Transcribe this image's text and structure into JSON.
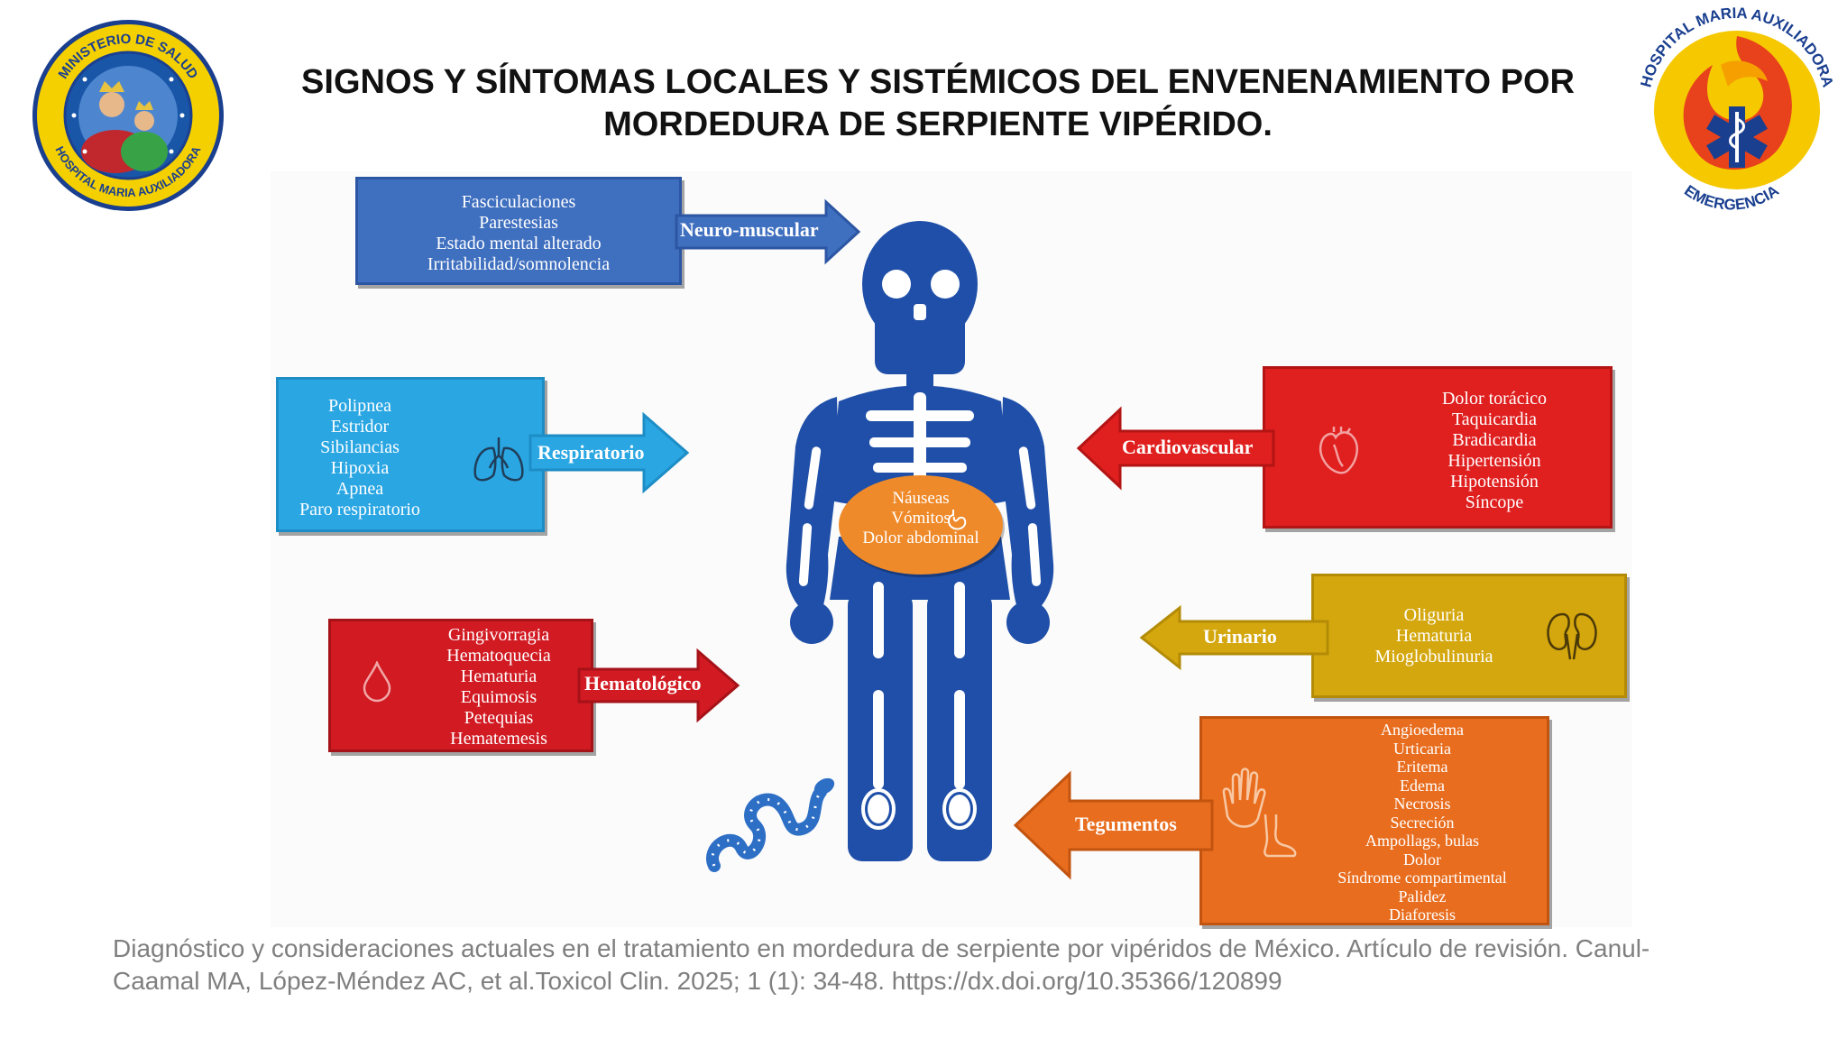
{
  "title": {
    "line1": "SIGNOS Y SÍNTOMAS LOCALES Y SISTÉMICOS DEL ENVENENAMIENTO POR",
    "line2": "MORDEDURA DE SERPIENTE VIPÉRIDO."
  },
  "logos": {
    "left": {
      "top_text": "MINISTERIO DE SALUD",
      "bottom_text": "HOSPITAL MARIA AUXILIADORA",
      "colors": {
        "ring": "#f5d000",
        "inner": "#1a56a8",
        "border": "#1a3f8f"
      }
    },
    "right": {
      "top_text": "HOSPITAL MARIA AUXILIADORA",
      "bottom_text": "EMERGENCIA",
      "colors": {
        "flame_outer": "#f5c800",
        "flame_inner": "#e8421c",
        "star": "#1a3f8f"
      }
    }
  },
  "groups": {
    "neuro": {
      "label": "Neuro-muscular",
      "items": [
        "Fasciculaciones",
        "Parestesias",
        "Estado mental alterado",
        "Irritabilidad/somnolencia"
      ],
      "color": "#3f6fbf"
    },
    "respiratorio": {
      "label": "Respiratorio",
      "icon": "lungs-icon",
      "items": [
        "Polipnea",
        "Estridor",
        "Sibilancias",
        "Hipoxia",
        "Apnea",
        "Paro respiratorio"
      ],
      "color": "#2aa6e3"
    },
    "hematologico": {
      "label": "Hematológico",
      "icon": "blood-drop-icon",
      "items": [
        "Gingivorragia",
        "Hematoquecia",
        "Hematuria",
        "Equimosis",
        "Petequias",
        "Hematemesis"
      ],
      "color": "#d11a22"
    },
    "cardiovascular": {
      "label": "Cardiovascular",
      "icon": "heart-icon",
      "items": [
        "Dolor torácico",
        "Taquicardia",
        "Bradicardia",
        "Hipertensión",
        "Hipotensión",
        "Síncope"
      ],
      "color": "#e01f1f"
    },
    "urinario": {
      "label": "Urinario",
      "icon": "kidneys-icon",
      "items": [
        "Oliguria",
        "Hematuria",
        "Mioglobulinuria"
      ],
      "color": "#d4a70e"
    },
    "tegumentos": {
      "label": "Tegumentos",
      "icon": "hand-foot-icon",
      "items": [
        "Angioedema",
        "Urticaria",
        "Eritema",
        "Edema",
        "Necrosis",
        "Secreción",
        "Ampollags, bulas",
        "Dolor",
        "Síndrome compartimental",
        "Palidez",
        "Diaforesis"
      ],
      "color": "#e86d1e"
    },
    "digestivo": {
      "icon": "stomach-icon",
      "items": [
        "Náuseas",
        "Vómitos",
        "Dolor abdominal"
      ],
      "color": "#ef8a2a"
    }
  },
  "figure": {
    "skeleton_color": "#1f4fa8",
    "snake_color": "#2e6fc6"
  },
  "caption": {
    "line1": "Diagnóstico y consideraciones actuales en el tratamiento en mordedura de serpiente por vipéridos de México. Artículo de revisión. Canul-",
    "line2": "Caamal MA, López-Méndez AC, et al.Toxicol Clin. 2025; 1 (1): 34-48. https://dx.doi.org/10.35366/120899"
  }
}
